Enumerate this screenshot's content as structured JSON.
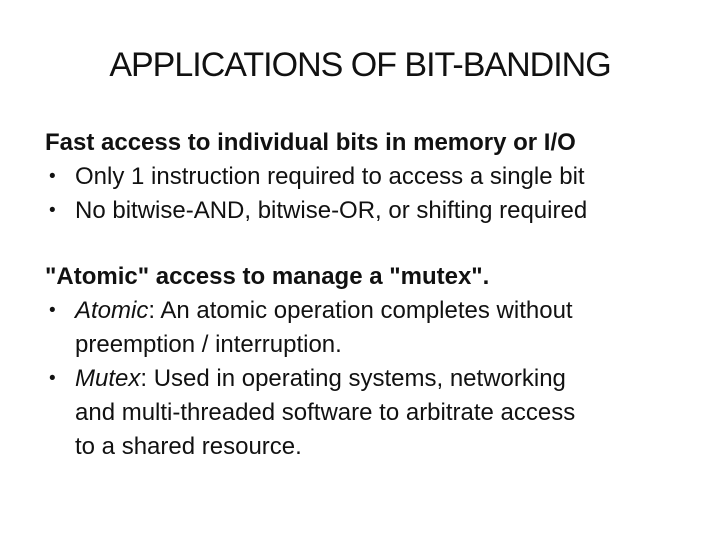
{
  "slide": {
    "title": "APPLICATIONS OF BIT-BANDING",
    "bullet_char": "•",
    "background_color": "#ffffff",
    "text_color": "#111111",
    "sections": [
      {
        "heading": "Fast access to individual bits in memory or I/O",
        "bullets": [
          {
            "italic_lead": "",
            "lines": [
              "Only 1 instruction required to access a single bit"
            ]
          },
          {
            "italic_lead": "",
            "lines": [
              "No bitwise-AND, bitwise-OR, or shifting required"
            ]
          }
        ]
      },
      {
        "heading": "\"Atomic\" access to manage a \"mutex\".",
        "bullets": [
          {
            "italic_lead": "Atomic",
            "lines": [
              ": An atomic operation completes without",
              "preemption / interruption."
            ]
          },
          {
            "italic_lead": "Mutex",
            "lines": [
              ": Used in operating systems, networking",
              "and multi-threaded software to arbitrate access",
              "to a shared resource."
            ]
          }
        ]
      }
    ]
  }
}
